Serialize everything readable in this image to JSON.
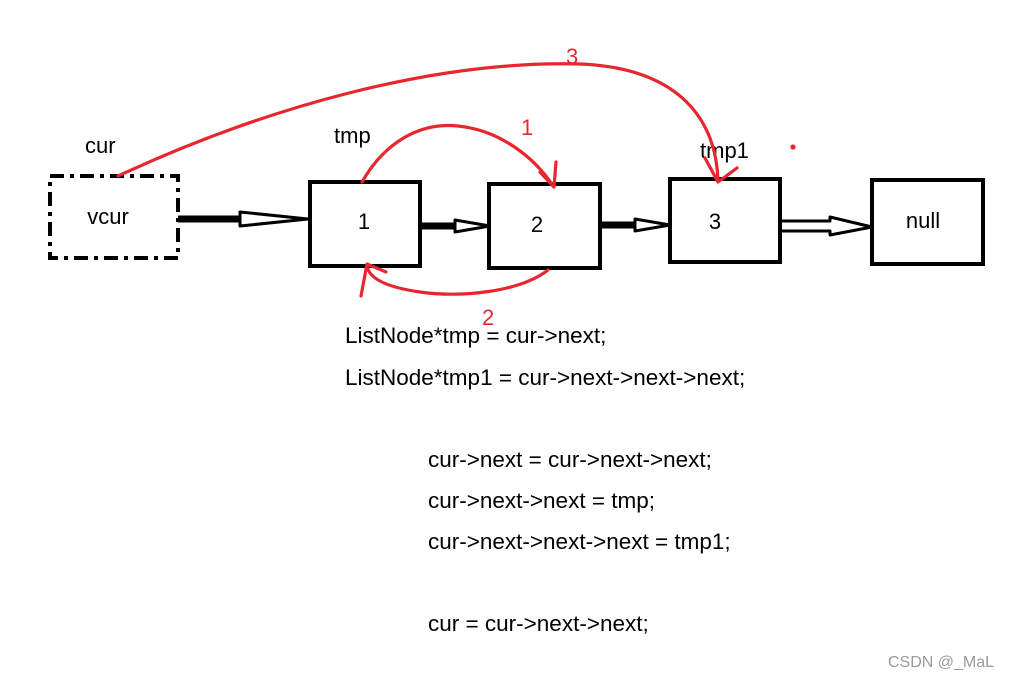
{
  "labels": {
    "cur": "cur",
    "tmp": "tmp",
    "tmp1": "tmp1"
  },
  "nodes": [
    {
      "label": "vcur",
      "style": "dashed"
    },
    {
      "label": "1"
    },
    {
      "label": "2"
    },
    {
      "label": "3"
    },
    {
      "label": "null"
    }
  ],
  "steps": [
    "1",
    "2",
    "3"
  ],
  "code": {
    "setup": [
      "ListNode*tmp = cur->next;",
      "ListNode*tmp1 = cur->next->next->next;"
    ],
    "swap": [
      "cur->next = cur->next->next;",
      "cur->next->next = tmp;",
      "cur->next->next->next = tmp1;"
    ],
    "advance": [
      "cur = cur->next->next;"
    ]
  },
  "watermark": "CSDN @_MaL",
  "colors": {
    "annotation": "#e8262f",
    "ink": "#000000",
    "watermark": "#9a9a9a"
  }
}
